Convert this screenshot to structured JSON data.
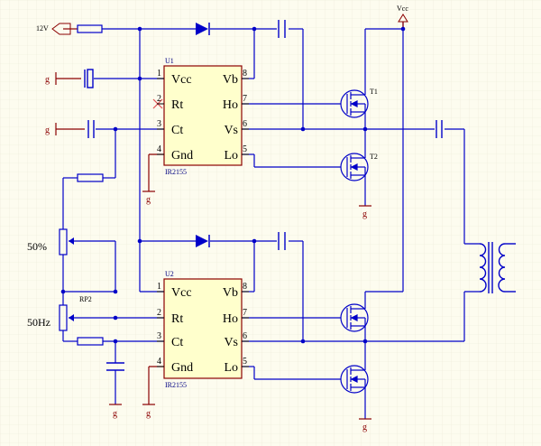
{
  "colors": {
    "background": "#fdfcef",
    "grid": "#ece9d8",
    "wire": "#0000c8",
    "power": "#8b0000",
    "ic_fill": "#ffffcc",
    "ic_stroke": "#8b0000",
    "diode": "#0000c8",
    "junction": "#0000c8"
  },
  "labels": {
    "supply_12v": "12V",
    "vcc": "Vcc",
    "duty": "50%",
    "freq": "50Hz",
    "rp2": "RP2",
    "t1": "T1",
    "t2": "T2",
    "g": "g"
  },
  "ic1": {
    "ref": "U1",
    "part": "IR2155",
    "left_pins": [
      {
        "num": "1",
        "name": "Vcc"
      },
      {
        "num": "2",
        "name": "Rt"
      },
      {
        "num": "3",
        "name": "Ct"
      },
      {
        "num": "4",
        "name": "Gnd"
      }
    ],
    "right_pins": [
      {
        "num": "8",
        "name": "Vb"
      },
      {
        "num": "7",
        "name": "Ho"
      },
      {
        "num": "6",
        "name": "Vs"
      },
      {
        "num": "5",
        "name": "Lo"
      }
    ]
  },
  "ic2": {
    "ref": "U2",
    "part": "IR2155",
    "left_pins": [
      {
        "num": "1",
        "name": "Vcc"
      },
      {
        "num": "2",
        "name": "Rt"
      },
      {
        "num": "3",
        "name": "Ct"
      },
      {
        "num": "4",
        "name": "Gnd"
      }
    ],
    "right_pins": [
      {
        "num": "8",
        "name": "Vb"
      },
      {
        "num": "7",
        "name": "Ho"
      },
      {
        "num": "6",
        "name": "Vs"
      },
      {
        "num": "5",
        "name": "Lo"
      }
    ]
  }
}
